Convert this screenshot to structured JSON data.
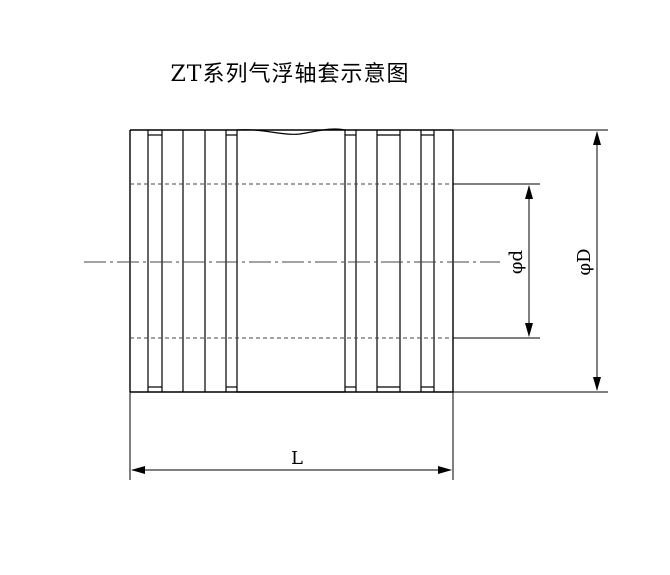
{
  "title": "ZT系列气浮轴套示意图",
  "labels": {
    "inner_diameter": "φd",
    "outer_diameter": "φD",
    "length": "L"
  },
  "colors": {
    "line": "#000000",
    "centerline": "#444444",
    "background": "#ffffff"
  }
}
